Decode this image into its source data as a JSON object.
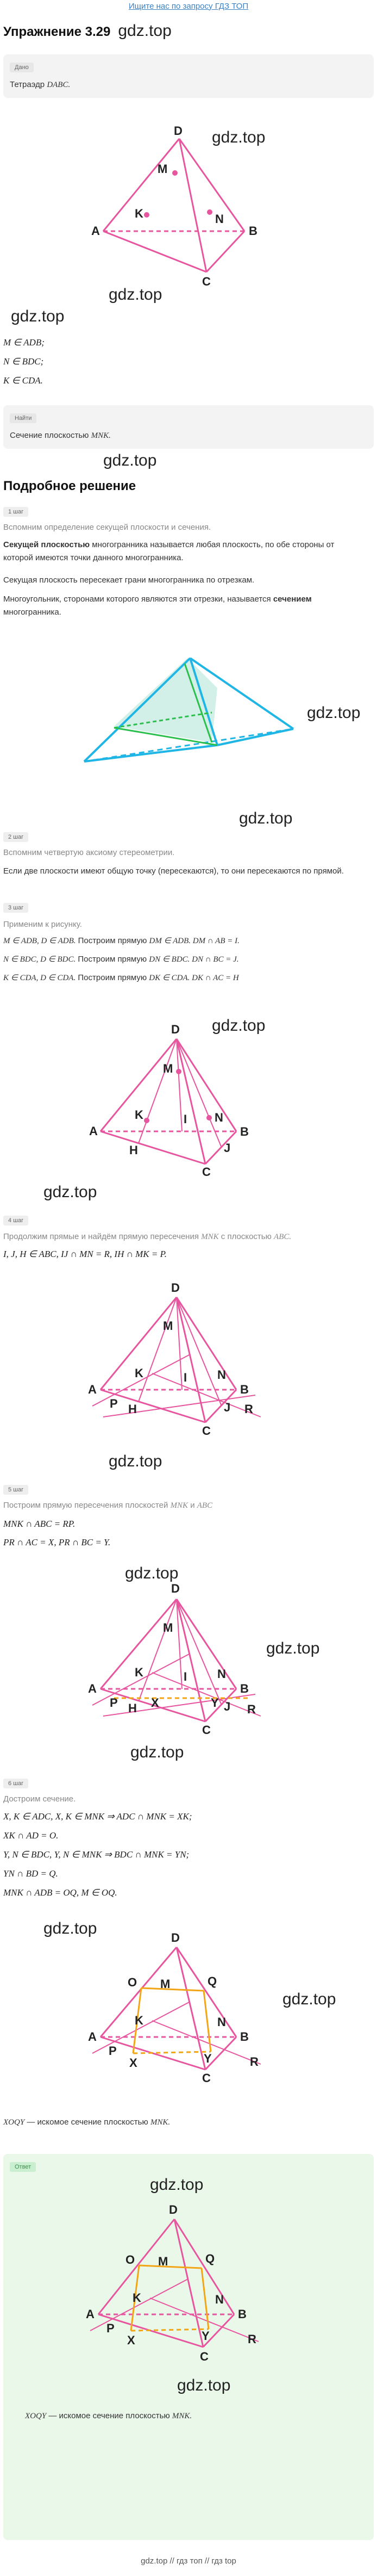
{
  "banner": "Ищите нас по запросу ГДЗ ТОП",
  "exercise_title": "Упражнение 3.29",
  "watermark": "gdz.top",
  "given": {
    "label": "Дано",
    "text": "Тетраэдр",
    "text_math": "DABC.",
    "conditions": [
      "M ∈ ADB;",
      "N ∈ BDC;",
      "K ∈ CDA."
    ]
  },
  "find": {
    "label": "Найти",
    "text": "Сечение плоскостью",
    "text_math": "MNK."
  },
  "solution_title": "Подробное решение",
  "step1": {
    "label": "1 шаг",
    "title": "Вспомним определение секущей плоскости и сечения.",
    "def_term": "Секущей плоскостью",
    "def_rest": " многогранника называется любая плоскость, по обе стороны от которой имеются точки данного многогранника.",
    "p2": "Секущая плоскость пересекает грани многогранника по отрезкам.",
    "p3a": "Многоугольник, сторонами которого являются эти отрезки, называется ",
    "p3term": "сечением",
    "p3b": " многогранника."
  },
  "step2": {
    "label": "2 шаг",
    "title": "Вспомним четвертую аксиому стереометрии.",
    "text": "Если две плоскости имеют общую точку (пересекаются), то они пересекаются по прямой."
  },
  "step3": {
    "label": "3 шаг",
    "title": "Применим к рисунку.",
    "lines": [
      {
        "a": "M ∈ ADB, D ∈ ADB.",
        "b": " Построим прямую ",
        "c": "DM ∈ ADB. DM ∩ AB = I."
      },
      {
        "a": "N ∈ BDC, D ∈ BDC.",
        "b": " Построим прямую ",
        "c": "DN ∈ BDC. DN ∩ BC = J."
      },
      {
        "a": "K ∈ CDA, D ∈ CDA.",
        "b": " Построим прямую ",
        "c": "DK ∈ CDA. DK ∩ AC = H"
      }
    ]
  },
  "step4": {
    "label": "4 шаг",
    "title_a": "Продолжим прямые и найдём прямую пересечения ",
    "title_m": "MNK",
    "title_b": " с плоскостью ",
    "title_m2": "ABC.",
    "line": "I, J, H ∈ ABC, IJ ∩ MN = R, IH ∩ MK = P."
  },
  "step5": {
    "label": "5 шаг",
    "title_a": "Построим прямую пересечения плоскостей ",
    "title_m": "MNK",
    "title_b": " и ",
    "title_m2": "ABC",
    "lines": [
      "MNK ∩ ABC = RP.",
      "PR ∩ AC = X, PR ∩ BC = Y."
    ]
  },
  "step6": {
    "label": "6 шаг",
    "title": "Достроим сечение.",
    "lines": [
      "X, K ∈ ADC, X, K ∈ MNK ⇒ ADC ∩ MNK = XK;",
      "XK ∩ AD = O.",
      "Y, N ∈ BDC, Y, N ∈ MNK ⇒ BDC ∩ MNK = YN;",
      "YN ∩ BD = Q.",
      "MNK ∩ ADB = OQ, M ∈ OQ."
    ],
    "conclusion_m": "XOQY",
    "conclusion_a": " — искомое сечение плоскостью ",
    "conclusion_m2": "MNK."
  },
  "answer": {
    "label": "Ответ",
    "text_m": "XOQY",
    "text_a": " — искомое сечение плоскостью ",
    "text_m2": "MNK."
  },
  "footer": "gdz.top // гдз топ // гдз top",
  "points": {
    "D": "D",
    "A": "A",
    "B": "B",
    "C": "C",
    "M": "M",
    "N": "N",
    "K": "K",
    "I": "I",
    "J": "J",
    "H": "H",
    "P": "P",
    "R": "R",
    "X": "X",
    "Y": "Y",
    "O": "O",
    "Q": "Q"
  },
  "colors": {
    "pink": "#e8559f",
    "cyan": "#1fb6e6",
    "green": "#2bbf4e",
    "orange": "#f2a516"
  }
}
